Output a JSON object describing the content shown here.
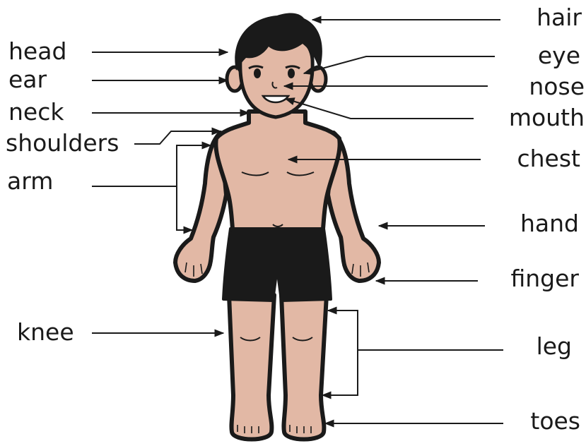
{
  "colors": {
    "skin": "#e2b8a5",
    "outline": "#1a1a1a",
    "hair": "#1a1a1a",
    "shorts": "#1a1a1a",
    "background": "#ffffff"
  },
  "labels": {
    "head": "head",
    "ear": "ear",
    "neck": "neck",
    "shoulders": "shoulders",
    "arm": "arm",
    "knee": "knee",
    "hair": "hair",
    "eye": "eye",
    "nose": "nose",
    "mouth": "mouth",
    "chest": "chest",
    "hand": "hand",
    "finger": "finger",
    "leg": "leg",
    "toes": "toes"
  }
}
